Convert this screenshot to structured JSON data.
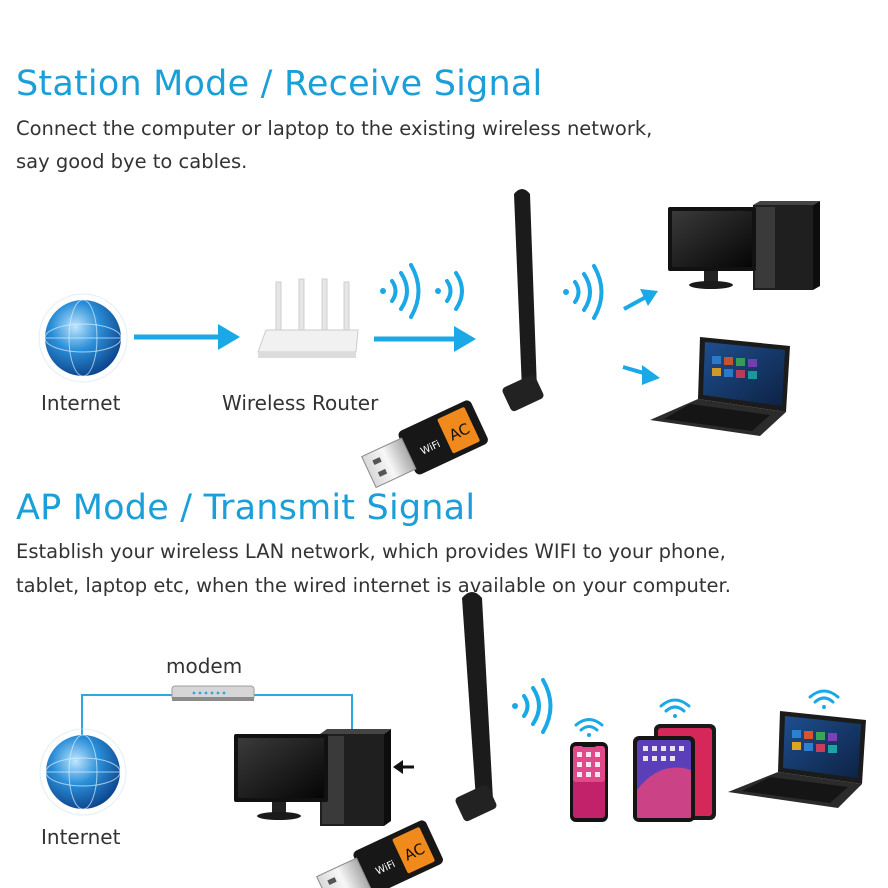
{
  "station": {
    "title": "Station Mode / Receive Signal",
    "desc_line1": "Connect the computer or laptop to the existing wireless network,",
    "desc_line2": "say good bye to cables.",
    "internet_label": "Internet",
    "router_label": "Wireless Router"
  },
  "ap": {
    "title": "AP Mode / Transmit Signal",
    "desc_line1": "Establish your wireless LAN network, which provides WIFI to your phone,",
    "desc_line2": "tablet, laptop etc, when the wired internet is available on your computer.",
    "modem_label": "modem",
    "internet_label": "Internet"
  },
  "adapter": {
    "brand_text": "AC",
    "wifi_text": "WiFi"
  },
  "colors": {
    "accent": "#1a9fd9",
    "text": "#333333",
    "device_dark": "#1b1b1b"
  },
  "icons": [
    "globe-icon",
    "router-icon",
    "wifi-signal-icon",
    "usb-adapter-icon",
    "desktop-pc-icon",
    "laptop-icon",
    "phone-icon",
    "tablet-icon",
    "modem-icon",
    "arrow-right-icon"
  ]
}
